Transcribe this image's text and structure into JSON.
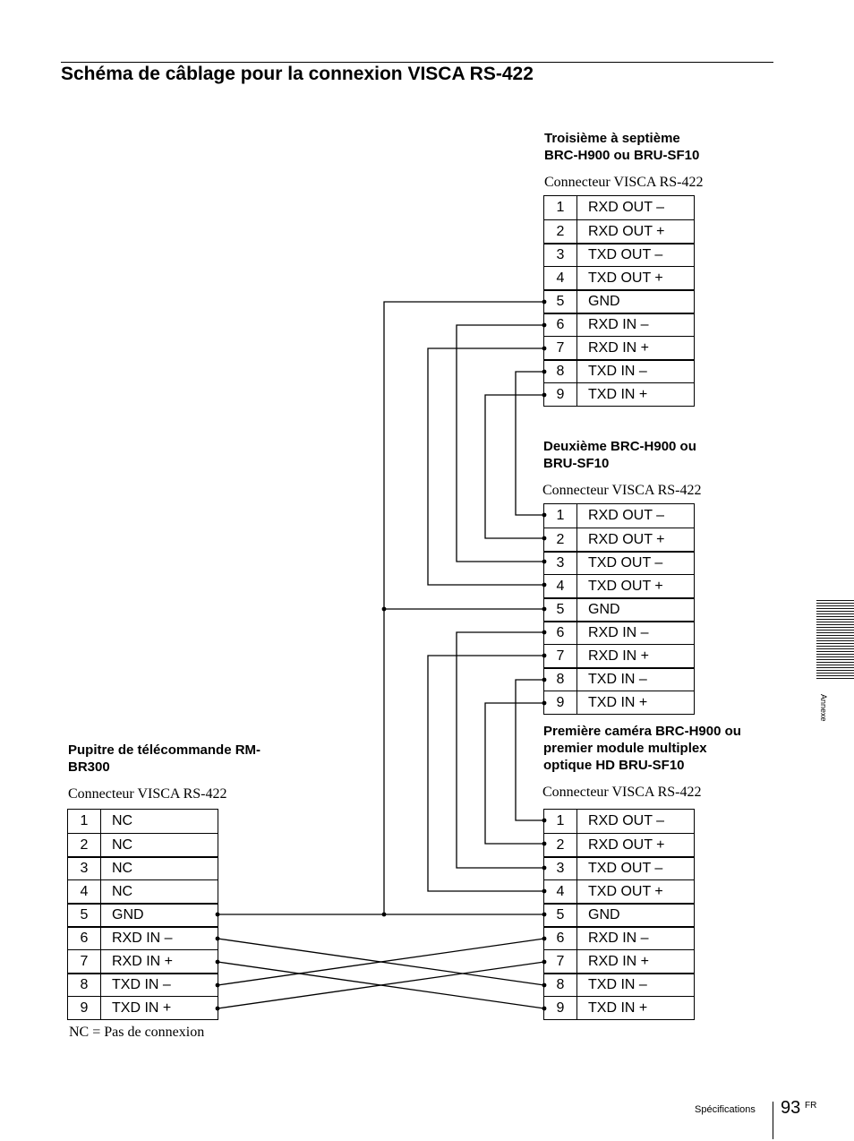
{
  "title": "Schéma de câblage pour la connexion VISCA RS-422",
  "devices": {
    "third": {
      "title": "Troisième à septième\nBRC-H900 ou BRU-SF10",
      "connector": "Connecteur VISCA RS-422",
      "pins": [
        {
          "num": "1",
          "signal": "RXD OUT –"
        },
        {
          "num": "2",
          "signal": "RXD OUT +"
        },
        {
          "num": "3",
          "signal": "TXD OUT –"
        },
        {
          "num": "4",
          "signal": "TXD OUT +"
        },
        {
          "num": "5",
          "signal": "GND"
        },
        {
          "num": "6",
          "signal": "RXD IN –"
        },
        {
          "num": "7",
          "signal": "RXD IN +"
        },
        {
          "num": "8",
          "signal": "TXD IN –"
        },
        {
          "num": "9",
          "signal": "TXD IN +"
        }
      ]
    },
    "second": {
      "title": "Deuxième BRC-H900 ou\nBRU-SF10",
      "connector": "Connecteur VISCA RS-422",
      "pins": [
        {
          "num": "1",
          "signal": "RXD OUT –"
        },
        {
          "num": "2",
          "signal": "RXD OUT +"
        },
        {
          "num": "3",
          "signal": "TXD OUT –"
        },
        {
          "num": "4",
          "signal": "TXD OUT +"
        },
        {
          "num": "5",
          "signal": "GND"
        },
        {
          "num": "6",
          "signal": "RXD IN –"
        },
        {
          "num": "7",
          "signal": "RXD IN +"
        },
        {
          "num": "8",
          "signal": "TXD IN –"
        },
        {
          "num": "9",
          "signal": "TXD IN +"
        }
      ]
    },
    "first": {
      "title": "Première caméra BRC-H900 ou\npremier module multiplex\noptique HD BRU-SF10",
      "connector": "Connecteur VISCA RS-422",
      "pins": [
        {
          "num": "1",
          "signal": "RXD OUT –"
        },
        {
          "num": "2",
          "signal": "RXD OUT +"
        },
        {
          "num": "3",
          "signal": "TXD OUT –"
        },
        {
          "num": "4",
          "signal": "TXD OUT +"
        },
        {
          "num": "5",
          "signal": "GND"
        },
        {
          "num": "6",
          "signal": "RXD IN –"
        },
        {
          "num": "7",
          "signal": "RXD IN +"
        },
        {
          "num": "8",
          "signal": "TXD IN –"
        },
        {
          "num": "9",
          "signal": "TXD IN +"
        }
      ]
    },
    "remote": {
      "title": "Pupitre de télécommande RM-\nBR300",
      "connector": "Connecteur VISCA RS-422",
      "pins": [
        {
          "num": "1",
          "signal": "NC"
        },
        {
          "num": "2",
          "signal": "NC"
        },
        {
          "num": "3",
          "signal": "NC"
        },
        {
          "num": "4",
          "signal": "NC"
        },
        {
          "num": "5",
          "signal": "GND"
        },
        {
          "num": "6",
          "signal": "RXD IN –"
        },
        {
          "num": "7",
          "signal": "RXD IN +"
        },
        {
          "num": "8",
          "signal": "TXD IN –"
        },
        {
          "num": "9",
          "signal": "TXD IN +"
        }
      ]
    }
  },
  "note": "NC = Pas de connexion",
  "side_tab": "Annexe",
  "footer": {
    "section": "Spécifications",
    "page": "93",
    "lang": "FR"
  }
}
